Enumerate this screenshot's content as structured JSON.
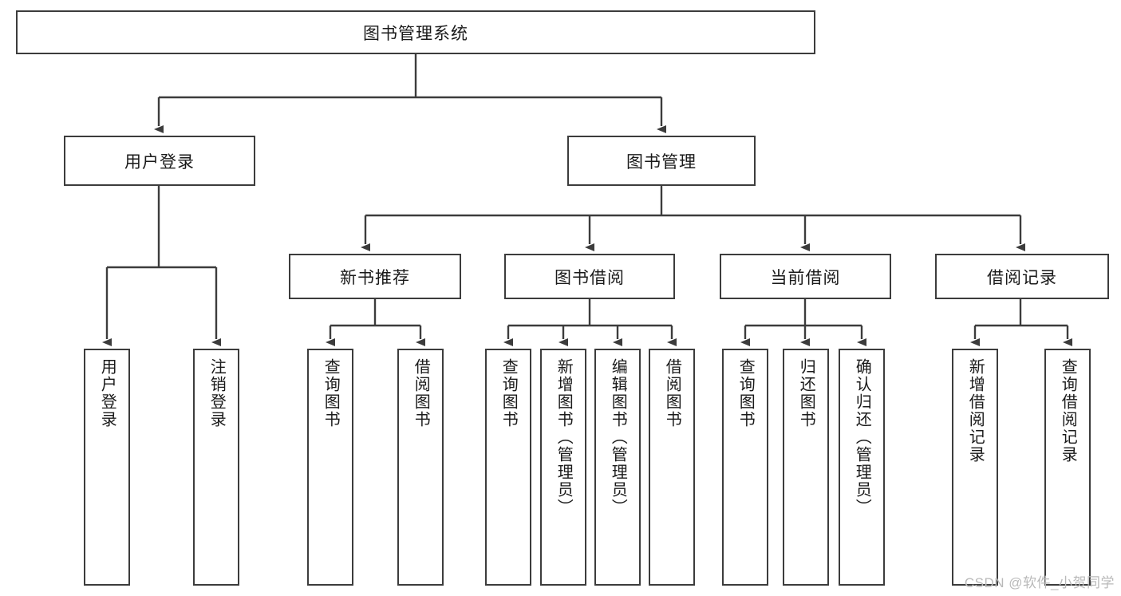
{
  "diagram": {
    "type": "tree",
    "title": "图书管理系统",
    "root": {
      "label": "图书管理系统"
    },
    "level2": [
      {
        "label": "用户登录"
      },
      {
        "label": "图书管理"
      }
    ],
    "level3": [
      {
        "label": "新书推荐"
      },
      {
        "label": "图书借阅"
      },
      {
        "label": "当前借阅"
      },
      {
        "label": "借阅记录"
      }
    ],
    "leaves": {
      "user_login": [
        {
          "label": "用户登录"
        },
        {
          "label": "注销登录"
        }
      ],
      "new_book_recommend": [
        {
          "label": "查询图书"
        },
        {
          "label": "借阅图书"
        }
      ],
      "book_borrow": [
        {
          "label": "查询图书"
        },
        {
          "label": "新增图书（管理员）"
        },
        {
          "label": "编辑图书（管理员）"
        },
        {
          "label": "借阅图书"
        }
      ],
      "current_borrow": [
        {
          "label": "查询图书"
        },
        {
          "label": "归还图书"
        },
        {
          "label": "确认归还（管理员）"
        }
      ],
      "borrow_record": [
        {
          "label": "新增借阅记录"
        },
        {
          "label": "查询借阅记录"
        }
      ]
    },
    "colors": {
      "stroke": "#3c3c3c",
      "fill": "#ffffff",
      "text": "#1a1a1a",
      "watermark": "#b9b9b9"
    }
  },
  "watermark": {
    "text": "CSDN @软件_小贺同学"
  }
}
